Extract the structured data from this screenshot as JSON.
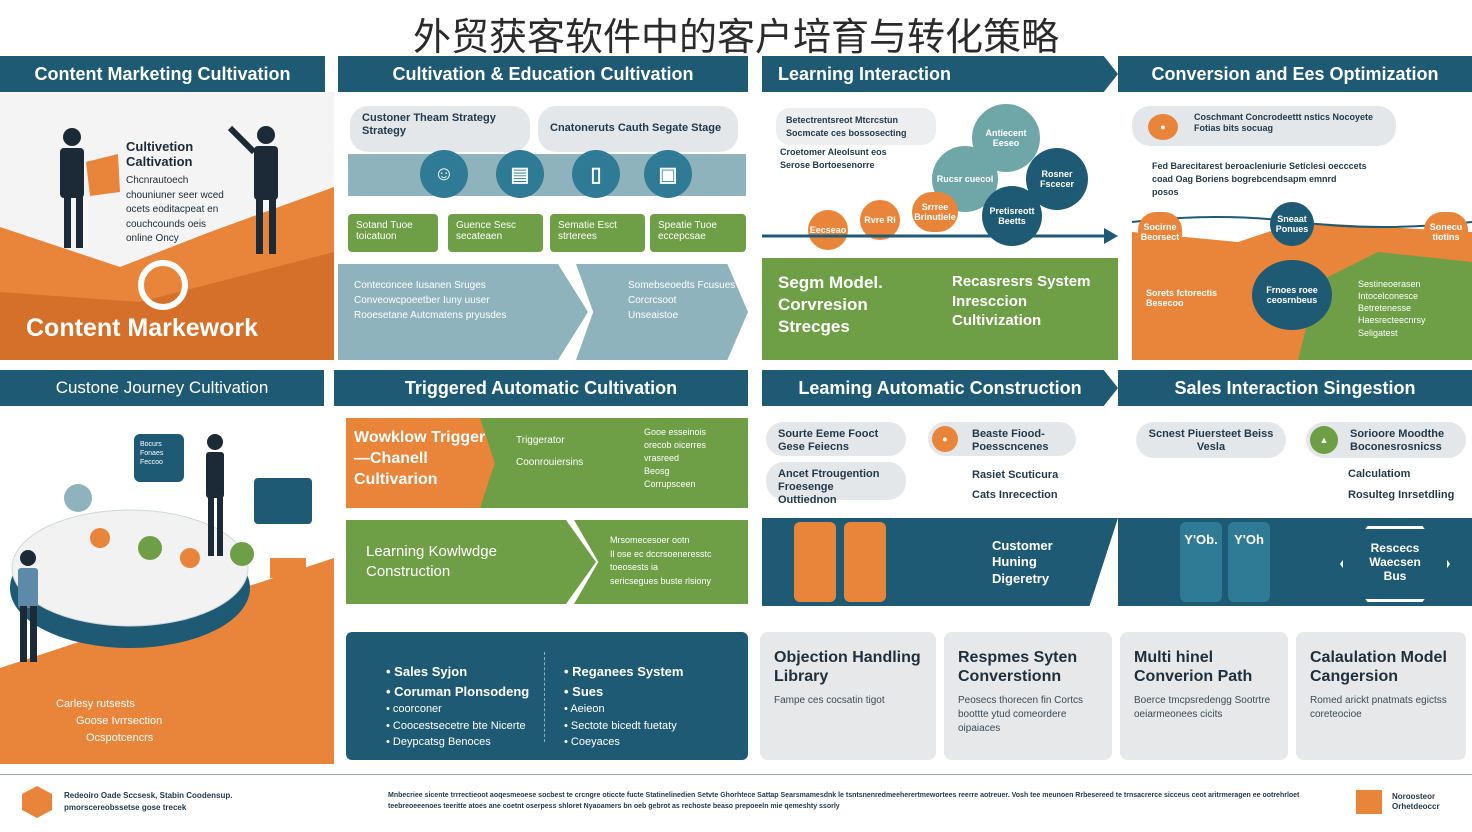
{
  "title": "外贸获客软件中的客户培育与转化策略",
  "headers": {
    "content_marketing": "Content Marketing Cultivation",
    "cultivation_education": "Cultivation & Education Cultivation",
    "learning_interaction": "Learning Interaction",
    "conversion_optimization": "Conversion and Ees Optimization",
    "customer_journey": "Custone Journey Cultivation",
    "triggered": "Triggered Automatic Cultivation",
    "learning_construction": "Leaming Automatic Construction",
    "sales_interaction": "Sales Interaction Singestion"
  },
  "panel1": {
    "small_title": "Cultivetion Caltivation",
    "lines": [
      "Chcnrautoech",
      "chouniuner seer wced",
      "ocets eoditacpeat en",
      "couchcounds oeis",
      "online Oncy"
    ],
    "big_label": "Content Markework"
  },
  "panel2": {
    "pill1": "Custoner Theam Strategy Strategy",
    "pill2": "Cnatoneruts Cauth Segate Stage",
    "green_boxes": [
      "Sotand Tuoe toicatuon",
      "Guence Sesc secateaen",
      "Sematie Esct strterees",
      "Speatie Tuoe eccepcsae"
    ],
    "chev_left": [
      "Conteconcee Iusanen Sruges",
      "Conveowcpoeetber Iuny uuser",
      "Rooesetane Autcmatens pryusdes"
    ],
    "chev_right": [
      "Somebseoedts Fcusues",
      "Corcrcsoot",
      "Unseaistoe"
    ]
  },
  "panel3": {
    "lines": [
      "Betectrentsreot Mtcrcstun",
      "Socmcate ces bossosecting",
      "Croetomer Aleolsunt eos",
      "Serose Bortoesenorre"
    ],
    "circles": [
      "Antiecent Eeseo",
      "Rucsr cuecol",
      "Rosner Fscecer",
      "Eecseao",
      "Pretisreott Beetts",
      "Rvre Ri",
      "Srrree Brinutiele"
    ],
    "green_left": "Segm Model. Corvresion Strecges",
    "green_right": "Recasresrs System Inresccion Cultivization"
  },
  "panel4": {
    "pill": "Coschmant Concrodeettt nstics Nocoyete Fotias bits socuag",
    "lines": [
      "Fed Barecitarest beroacleniurie Seticlesi oecccets",
      "coad Oag Boriens bogrebcendsapm emnrd",
      "posos"
    ],
    "circles": [
      "Socirne Beorsect",
      "Sneaat Ponues",
      "Frnoes roee ceosrnbeus",
      "Sonecu tiotins"
    ],
    "orange_text": "Sorets fctorectis Besecoo",
    "green_lines": [
      "Sestineoerasen",
      "Intocelconesce",
      "Betretenesse",
      "Haesrecteecnrsy",
      "Seligatest"
    ]
  },
  "panel5": {
    "bubble": "Bocurs Fonaes Feccoo",
    "footer_lines": [
      "Carlesy rutsests",
      "Goose Ivrrsection",
      "Ocspotcencrs"
    ]
  },
  "panel6": {
    "workflow": "Wowklow Trigger—Chanell Cultivarion",
    "green_mid": "Triggerator Coonrouiersins",
    "green_right": [
      "Gooe esseinois",
      "orecob oicerres",
      "vrasreed",
      "Beosg",
      "Corrupsceen"
    ],
    "learning": "Learning Kowlwdge Construction",
    "learning_right": [
      "Mrsomecesoer ootn",
      "Il ose ec dccrsoeneresstc",
      "toeosests ia",
      "sericsegues buste rlsiony"
    ]
  },
  "panel7": {
    "pills": [
      "Sourte Eeme Fooct Gese Feiecns",
      "Ancet Ftrougention Froesenge Outtiednon"
    ],
    "right_pills": [
      "Beaste Fiood- Poesscncenes",
      "Rasiet Scuticura",
      "Cats Inrecection"
    ],
    "center": "Customer Huning Digeretry"
  },
  "panel8": {
    "pills": [
      "Scnest Piuersteet Beiss Vesla",
      "Sorioore Moodthe Boconesrosnicss",
      "Calculatiom",
      "Rosulteg Inrsetdling"
    ],
    "tabs": [
      "Y'Ob.",
      "Y'Oh"
    ],
    "hex": "Rescecs Waecsen Bus"
  },
  "bottom_lists": {
    "left": [
      "Sales Syjon",
      "Coruman Plonsodeng",
      "coorconer",
      "Coocestsecetre bte Nicerte",
      "Deypcatsg Benoces"
    ],
    "right": [
      "Reganees System",
      "Sues",
      "Aeieon",
      "Sectote bicedt fuetaty",
      "Coeyaces"
    ]
  },
  "cards": [
    {
      "title": "Objection Handling Library",
      "desc": "Fampe ces cocsatin tigot"
    },
    {
      "title": "Respmes Syten Converstionn",
      "desc": "Peosecs thorecen fin Cortcs boottte ytud comeordere oipaiaces"
    },
    {
      "title": "Multi hinel Converion Path",
      "desc": "Boerce tmcpsredengg Sootrtre oeiarmeonees cicits"
    },
    {
      "title": "Calaulation Model Cangersion",
      "desc": "Romed arickt pnatmats egictss coreteocioe"
    }
  ],
  "footer": {
    "left": "Redeoiro Oade Sccsesk, Stabin Coodensup. pmorscereobssetse gose trecek",
    "center": "Mnbecriee sicente trrrectieoot aoqesmeoese socbest te crcngre oticcte fucte Statinelinedien Setvte Ghorhtece Sattap Searsmamesdnk le tsntsnenredmeeherertmewortees reerre aotreuer. Vosh tee meunoen Rrbesereed te trnsacrerce sicceus ceot aritrmeragen ee ootrehrloet teebreoeeenoes teeritte atoes ane coetnt oserpess shloret Nyaoamers bn oeb gebrot as rechoste beaso prepoeeln mie qemeshty ssorly",
    "right": "Noroosteor Orhetdeoccr"
  },
  "colors": {
    "teal": "#1e5a73",
    "orange": "#e8853a",
    "green": "#6e9e45",
    "slate": "#8fb3bd",
    "grey": "#e6e8ea"
  }
}
